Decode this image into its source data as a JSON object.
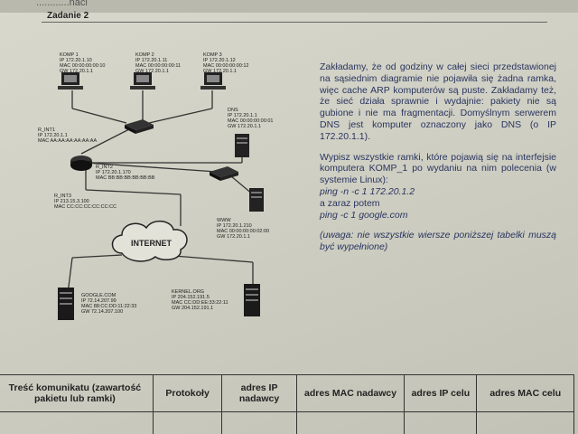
{
  "header": {
    "top_text": "............nacl",
    "task_title": "Zadanie 2"
  },
  "diagram": {
    "internet_label": "INTERNET",
    "nodes": {
      "komp1": {
        "label": "KOMP 1",
        "line1": "IP 172.20.1.10",
        "line2": "MAC 00:00:00:00:10",
        "line3": "GW 172.20.1.1"
      },
      "komp2": {
        "label": "KOMP 2",
        "line1": "IP 172.20.1.11",
        "line2": "MAC 00:00:00:00:11",
        "line3": "GW 172.20.1.1"
      },
      "komp3": {
        "label": "KOMP 3",
        "line1": "IP 172.20.1.12",
        "line2": "MAC 00:00:00:00:12",
        "line3": "GW 172.20.1.1"
      },
      "dns": {
        "label": "DNS",
        "line1": "IP 172.20.1.1",
        "line2": "MAC 00:00:00:00:01",
        "line3": "GW 172.20.1.1"
      },
      "r_int1": {
        "label": "R_INT1",
        "line1": "IP 172.20.1.1",
        "line2": "MAC AA:AA:AA:AA:AA:AA"
      },
      "r_int2": {
        "label": "R_INT2",
        "line1": "IP 172.20.1.170",
        "line2": "MAC BB:BB:BB:BB:BB:BB"
      },
      "r_int3": {
        "label": "R_INT3",
        "line1": "IP 213.15.3.100",
        "line2": "MAC CC:CC:CC:CC:CC:CC"
      },
      "www": {
        "label": "WWW",
        "line1": "IP 172.20.1.210",
        "line2": "MAC 00:00:00:00:02:00",
        "line3": "GW 172.20.1.1"
      },
      "google": {
        "label": "GOOGLE.COM",
        "line1": "IP 72.14.207.99",
        "line2": "MAC 88:CC:DD:11:22:33",
        "line3": "GW 72.14.207.100"
      },
      "kernel": {
        "label": "KERNEL.ORG",
        "line1": "IP 204.152.191.5",
        "line2": "MAC CC:DD:EE:33:22:11",
        "line3": "GW 204.152.191.1"
      }
    }
  },
  "description": {
    "paragraph1": "Zakładamy, że od godziny w całej sieci przedstawionej na sąsiednim diagramie nie pojawiła się żadna ramka, więc cache ARP komputerów są puste. Zakładamy też, że sieć działa sprawnie i wydajnie: pakiety nie są gubione i nie ma fragmentacji. Domyślnym serwerem DNS jest komputer oznaczony jako DNS (o IP 172.20.1.1).",
    "paragraph2": "Wypisz wszystkie ramki, które pojawią się na interfejsie komputera KOMP_1 po wydaniu na nim polecenia (w systemie Linux):",
    "command1": "ping -n -c 1 172.20.1.2",
    "connector": "a zaraz potem",
    "command2": "ping -c 1 google.com",
    "note": "(uwaga: nie wszystkie wiersze poniższej tabelki muszą być wypełnione)"
  },
  "table": {
    "headers": [
      "Treść komunikatu (zawartość pakietu lub ramki)",
      "Protokoły",
      "adres IP nadawcy",
      "adres MAC nadawcy",
      "adres IP celu",
      "adres MAC celu"
    ]
  }
}
